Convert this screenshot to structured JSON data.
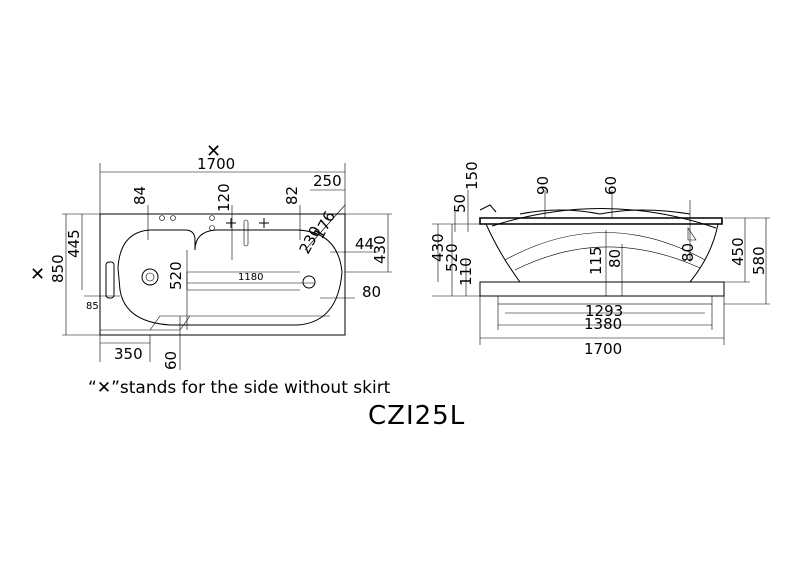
{
  "model": "CZI25L",
  "note": {
    "open_quote": "“",
    "mark": "✕",
    "close_quote": "”",
    "text": "stands for the side without skirt"
  },
  "plan_view": {
    "marks": {
      "top": "✕",
      "left": "✕"
    },
    "dims": {
      "overall_length": "1700",
      "d250": "250",
      "d84": "84",
      "d120": "120",
      "d82": "82",
      "d176": "176",
      "d230": "230",
      "d44": "44",
      "d430": "430",
      "d445": "445",
      "d850": "850",
      "d520": "520",
      "d1180": "1180",
      "d85": "85",
      "d80": "80",
      "d350": "350",
      "d60": "60"
    }
  },
  "side_view": {
    "dims": {
      "d150": "150",
      "d50": "50",
      "d90": "90",
      "d60": "60",
      "d430": "430",
      "d520": "520",
      "d110": "110",
      "d115": "115",
      "d80a": "80",
      "d80b": "80",
      "d450": "450",
      "d580": "580",
      "d1293": "1293",
      "d1380": "1380",
      "d1700": "1700"
    }
  }
}
